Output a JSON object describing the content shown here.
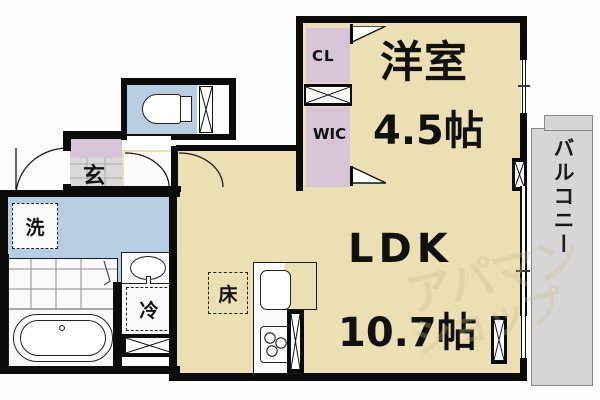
{
  "plan": {
    "type": "japanese-floor-plan",
    "rooms": [
      {
        "key": "bedroom",
        "label": "洋室",
        "size": "4.5帖",
        "floor": "#ecdfb3"
      },
      {
        "key": "ldk",
        "label": "LDK",
        "size": "10.7帖",
        "floor": "#ecdfb3"
      },
      {
        "key": "balcony",
        "label": "バルコニー",
        "floor": "#d6d6d6"
      },
      {
        "key": "entrance",
        "label": "玄",
        "floor": "#d9d9d9"
      },
      {
        "key": "closet",
        "label": "CL",
        "floor": "#d7c4d6"
      },
      {
        "key": "walkin",
        "label": "WIC",
        "floor": "#d7c4d6"
      }
    ],
    "markers": [
      {
        "key": "washer",
        "label": "洗"
      },
      {
        "key": "fridge",
        "label": "冷"
      },
      {
        "key": "floor_storage",
        "label": "床"
      }
    ],
    "bedroom": {
      "name": "洋室",
      "area": "4.5帖",
      "closet_label": "CL",
      "walkin_label": "WIC"
    },
    "living": {
      "name": "LDK",
      "area": "10.7帖",
      "floor_marker": "床"
    },
    "balcony": {
      "name": "バルコニー"
    },
    "entrance": {
      "name": "玄"
    },
    "utility": {
      "washer": "洗",
      "fridge": "冷"
    },
    "watermark": {
      "line1": "アパマン",
      "line2": "ショップ"
    },
    "colors": {
      "wall": "#0b0b0b",
      "living_floor": "#ecdfb3",
      "wet_floor": "#b7cde0",
      "closet_floor": "#d7c4d6",
      "entrance_floor": "#d9d9d9",
      "balcony_floor": "#d6d6d6",
      "background": "#fdfdfd"
    }
  }
}
